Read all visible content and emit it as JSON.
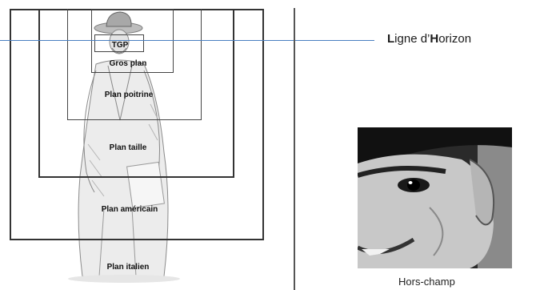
{
  "diagram": {
    "shot_labels": {
      "tgp": "TGP",
      "gros_plan": "Gros plan",
      "plan_poitrine": "Plan poitrine",
      "plan_taille": "Plan taille",
      "plan_americain": "Plan américain",
      "plan_italien": "Plan italien"
    },
    "horizon": {
      "first_initial": "L",
      "first_rest": "igne d’",
      "second_initial": "H",
      "second_rest": "orizon"
    },
    "photo_caption": "Hors-champ",
    "colors": {
      "horizon_line": "#4a7fc1",
      "frame_stroke": "#333333",
      "divider": "#555555"
    }
  }
}
